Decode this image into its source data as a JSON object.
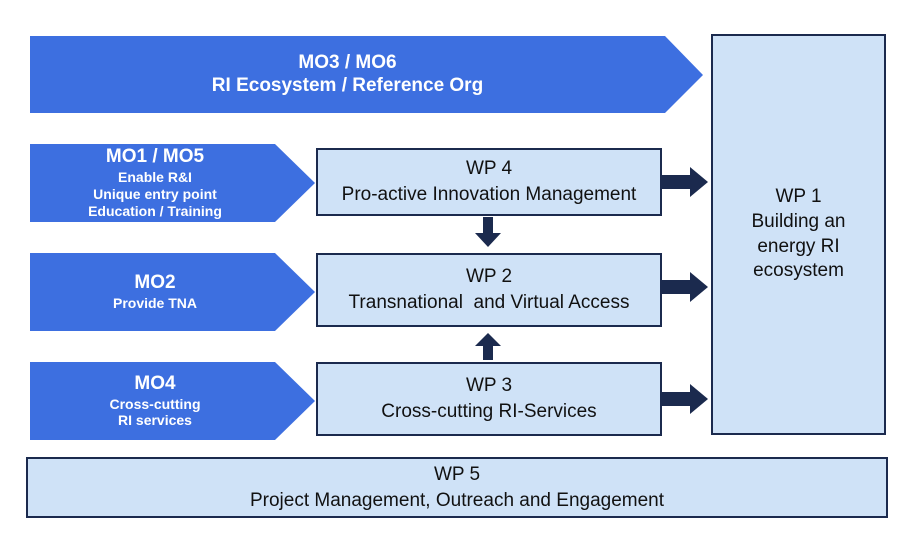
{
  "colors": {
    "chevron": "#3d6fe0",
    "box_fill": "#cfe2f7",
    "box_border": "#1b2a4e",
    "arrow": "#1b2a4e"
  },
  "chevrons": {
    "mo36": {
      "line1": "MO3 / MO6",
      "line2": "RI Ecosystem / Reference Org"
    },
    "mo15": {
      "title": "MO1 / MO5",
      "line1": "Enable R&I",
      "line2": "Unique entry point",
      "line3": "Education / Training"
    },
    "mo2": {
      "title": "MO2",
      "line1": "Provide TNA"
    },
    "mo4": {
      "title": "MO4",
      "line1": "Cross-cutting",
      "line2": "RI services"
    }
  },
  "work_packages": {
    "wp4": {
      "title": "WP 4",
      "subtitle": "Pro-active Innovation Management"
    },
    "wp2": {
      "title": "WP 2",
      "subtitle": "Transnational  and Virtual Access"
    },
    "wp3": {
      "title": "WP 3",
      "subtitle": "Cross-cutting RI-Services"
    },
    "wp1": {
      "title": "WP 1",
      "line1": "Building an",
      "line2": "energy RI",
      "line3": "ecosystem"
    },
    "wp5": {
      "title": "WP 5",
      "subtitle": "Project Management, Outreach and Engagement"
    }
  }
}
